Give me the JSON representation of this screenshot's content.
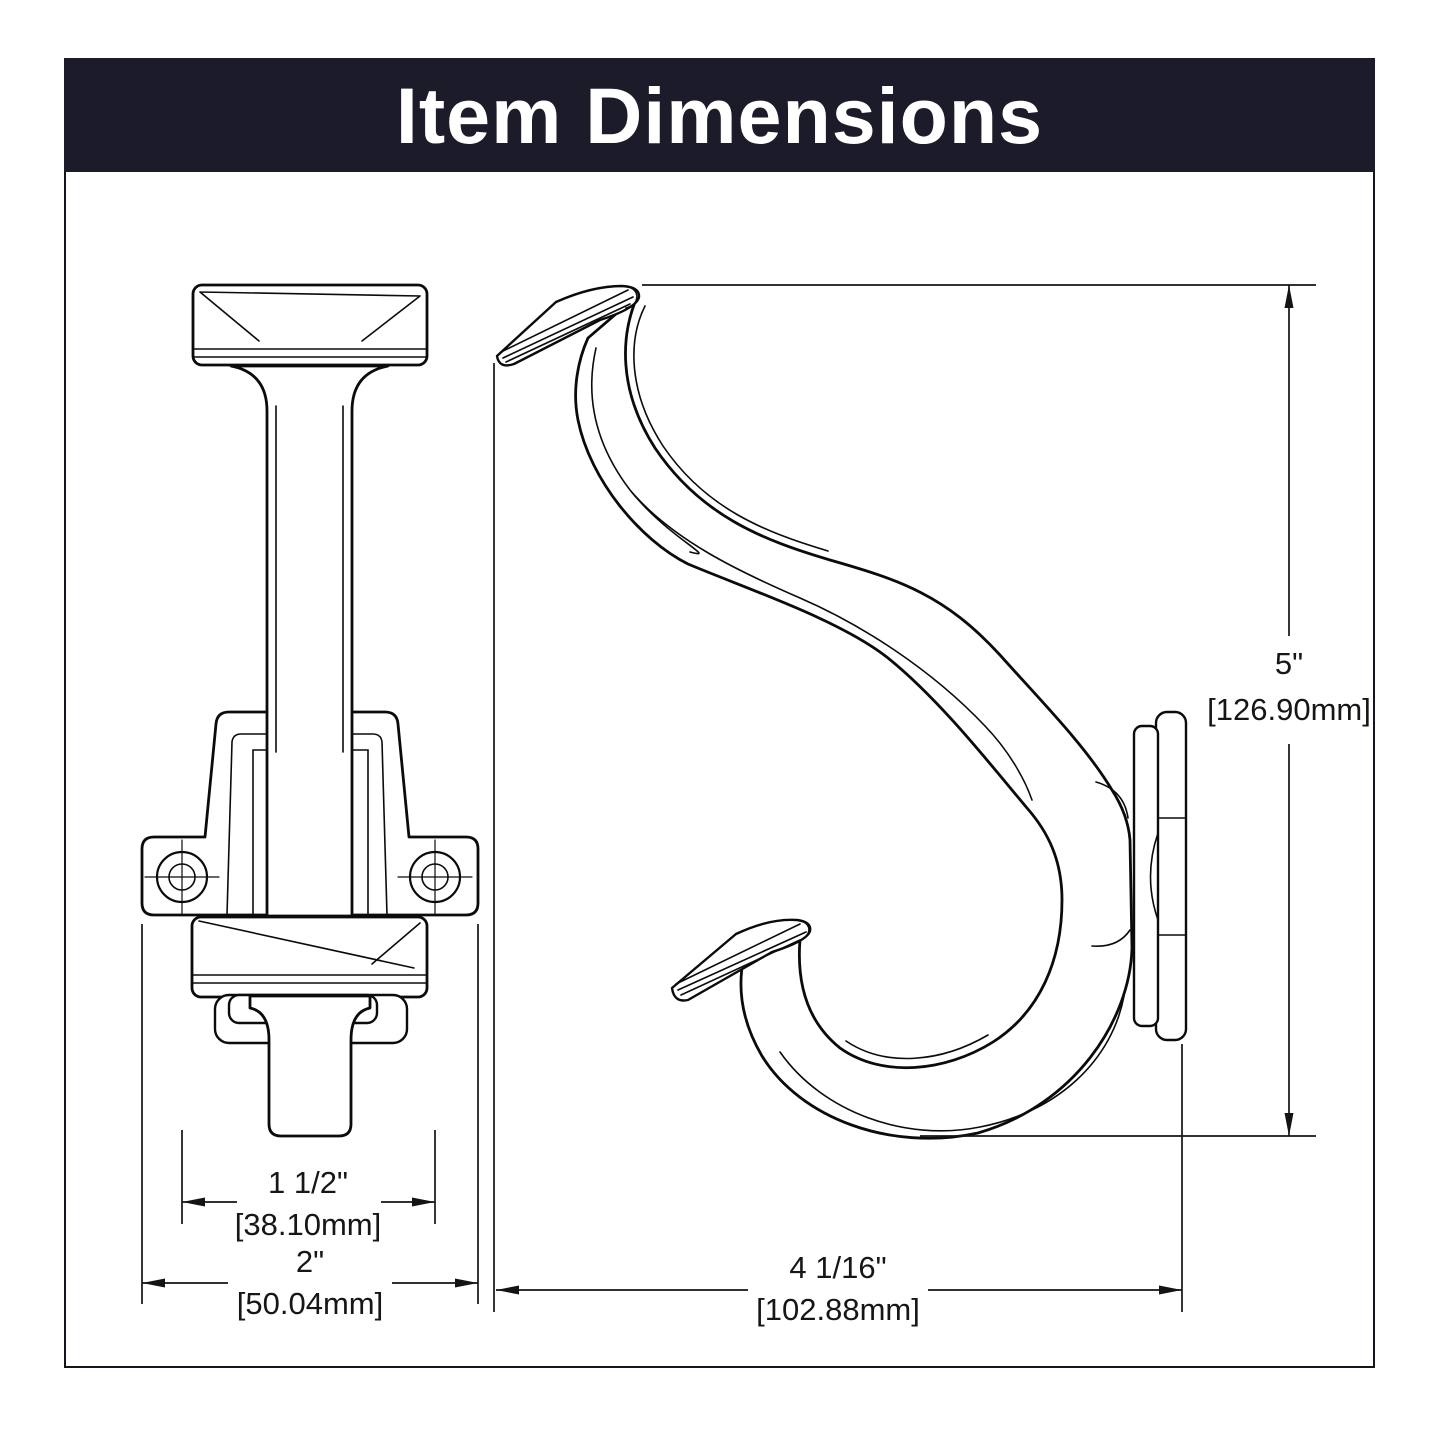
{
  "header": {
    "title": "Item Dimensions"
  },
  "colors": {
    "banner_bg": "#1b1b29",
    "banner_text": "#ffffff",
    "line": "#0b0b0b",
    "page_bg": "#ffffff"
  },
  "dimensions": {
    "hole_spacing": {
      "inches": "1 1/2\"",
      "metric": "[38.10mm]"
    },
    "base_width": {
      "inches": "2\"",
      "metric": "[50.04mm]"
    },
    "height": {
      "inches": "5\"",
      "metric": "[126.90mm]"
    },
    "projection": {
      "inches": "4 1/16\"",
      "metric": "[102.88mm]"
    }
  }
}
